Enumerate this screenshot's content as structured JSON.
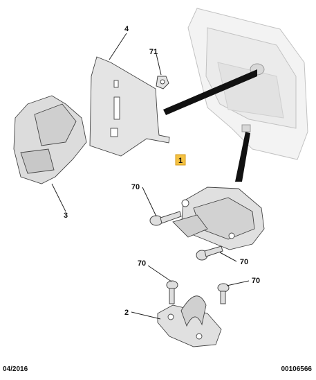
{
  "callouts": {
    "c1": "1",
    "c2": "2",
    "c3": "3",
    "c4": "4",
    "c70a": "70",
    "c70b": "70",
    "c70c": "70",
    "c70d": "70",
    "c71": "71"
  },
  "footer": {
    "date": "04/2016",
    "ref": "00106566"
  },
  "colors": {
    "highlight": "#f5c242",
    "part_fill": "#e4e4e4",
    "part_stroke": "#444444",
    "ghost_fill": "#f2f2f2",
    "ghost_stroke": "#bdbdbd"
  }
}
